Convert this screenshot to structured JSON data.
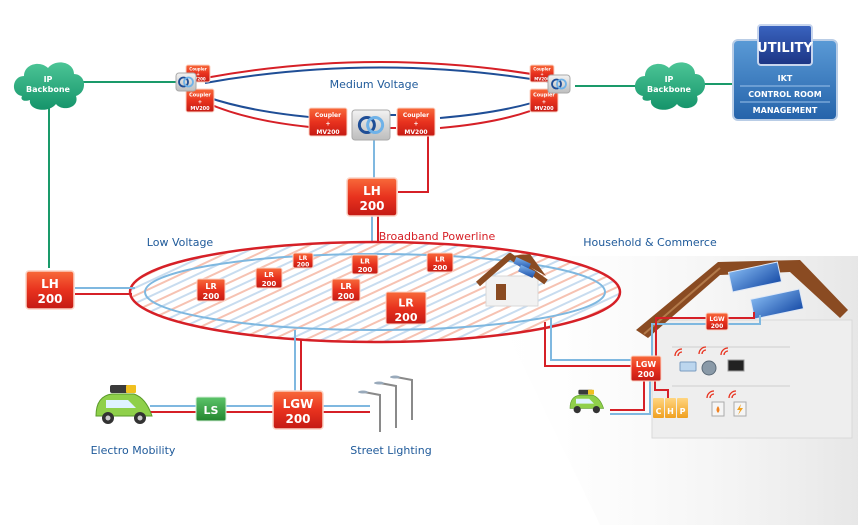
{
  "labels": {
    "medium_voltage": "Medium Voltage",
    "low_voltage": "Low Voltage",
    "broadband_powerline": "Broadband Powerline",
    "household_commerce": "Household & Commerce",
    "electro_mobility": "Electro Mobility",
    "street_lighting": "Street Lighting"
  },
  "clouds": [
    {
      "id": "ip-backbone-left",
      "line1": "IP",
      "line2": "Backbone"
    },
    {
      "id": "ip-backbone-right",
      "line1": "IP",
      "line2": "Backbone"
    }
  ],
  "utility": {
    "title": "UTILITY",
    "rows": [
      "IKT",
      "CONTROL ROOM",
      "MANAGEMENT"
    ]
  },
  "couplers": {
    "line1": "Coupler",
    "line2": "+",
    "line3": "MV200"
  },
  "devices": {
    "lh_top": {
      "line1": "LH",
      "line2": "200"
    },
    "lh_left": {
      "line1": "LH",
      "line2": "200"
    },
    "lr": {
      "line1": "LR",
      "line2": "200"
    },
    "lgw_street": {
      "line1": "LGW",
      "line2": "200"
    },
    "lgw_house_main": {
      "line1": "LGW",
      "line2": "200"
    },
    "lgw_house_roof": {
      "line1": "LGW",
      "line2": "200"
    },
    "ls": {
      "label": "LS"
    }
  },
  "chp": [
    "C",
    "H",
    "P"
  ],
  "colors": {
    "red_line": "#d62027",
    "blue_line": "#7fb8e0",
    "dark_blue_line": "#1f4e96",
    "green_line": "#1a9a6a",
    "device_red": "#e8321e",
    "label_blue": "#1f5a9a",
    "label_red": "#d62027",
    "cloud_green": "#1fa878",
    "ls_green": "#2e9a3a",
    "roof_brown": "#8a4b22",
    "utility_blue": "#2b6fb4",
    "utility_dark": "#1e3e8a"
  }
}
